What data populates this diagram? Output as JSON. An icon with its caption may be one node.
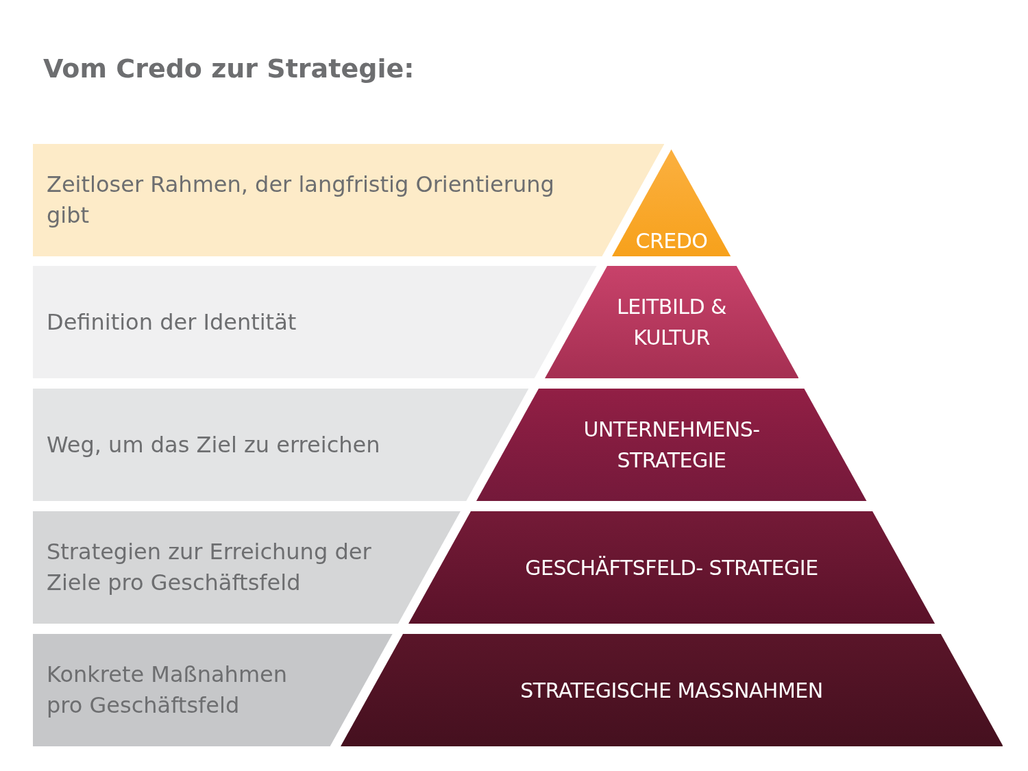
{
  "diagram": {
    "title": "Vom Credo zur Strategie:",
    "nodes": [
      {
        "text": [
          "Zeitloser Rahmen, der langfristig Orientierung gibt"
        ]
      },
      {
        "text": [
          "CREDO"
        ]
      },
      {
        "text": [
          "Definition der Identität"
        ]
      },
      {
        "text": [
          "LEITBILD & KULTUR"
        ]
      },
      {
        "text": [
          "Weg, um das Ziel zu erreichen"
        ]
      },
      {
        "text": [
          "UNTERNEHMENS- STRATEGIE"
        ]
      },
      {
        "text": [
          "Strategien zur Erreichung der Ziele pro Geschäftsfeld"
        ]
      },
      {
        "text": [
          "GESCHÄFTSFELD- STRATEGIE"
        ]
      },
      {
        "text": [
          "Konkrete Maßnahmen pro Geschäftsfeld"
        ]
      },
      {
        "text": [
          "STRATEGISCHE MASSNAHMEN"
        ]
      }
    ],
    "edges": []
  }
}
